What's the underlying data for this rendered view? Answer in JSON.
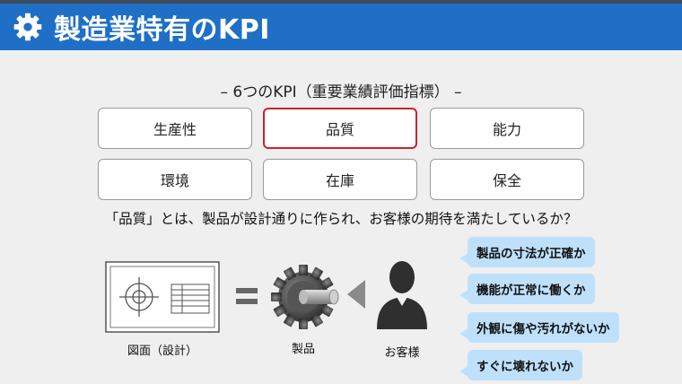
{
  "header": {
    "title": "製造業特有のKPI",
    "icon": "gear-icon"
  },
  "subtitle": "– 6つのKPI（重要業績評価指標） –",
  "kpis": [
    {
      "label": "生産性"
    },
    {
      "label": "品質"
    },
    {
      "label": "能力"
    },
    {
      "label": "環境"
    },
    {
      "label": "在庫"
    },
    {
      "label": "保全"
    }
  ],
  "question": "「品質」とは、製品が設計通りに作られ、お客様の期待を満たしているか？",
  "diagram": {
    "drawing_label": "図面（設計）",
    "product_label": "製品",
    "customer_label": "お客様"
  },
  "bubbles": [
    {
      "text": "製品の寸法が正確か"
    },
    {
      "text": "機能が正常に働くか"
    },
    {
      "text": "外観に傷や汚れがないか"
    },
    {
      "text": "すぐに壊れないか"
    }
  ],
  "colors": {
    "header": "#1f6fc6",
    "active_border": "#c8242b",
    "bubble": "#bfe0fb"
  }
}
